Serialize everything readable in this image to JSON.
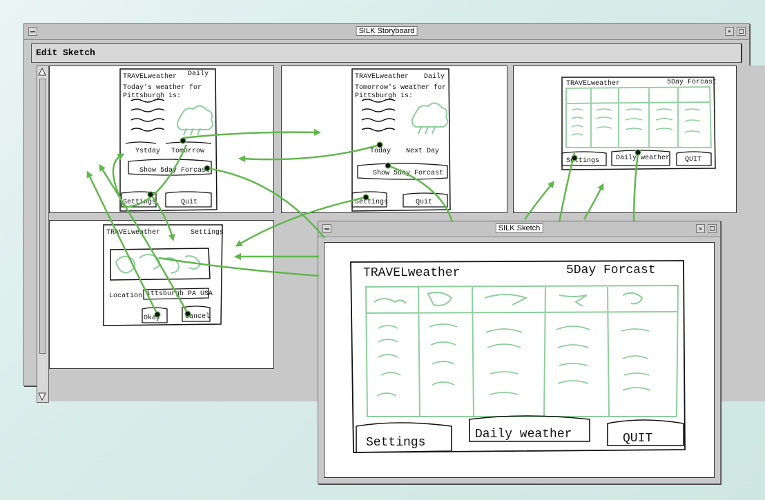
{
  "storyboard": {
    "title": "SILK Storyboard",
    "menu_label": "Edit Sketch"
  },
  "cards": {
    "daily": {
      "app": "TRAVELweather",
      "mode": "Daily",
      "heading": "Today's weather for\nPittsburgh is:",
      "btn_prev": "Ystday",
      "btn_next": "Tomorrow",
      "btn_forecast": "Show 5day Forcast",
      "btn_settings": "Settings",
      "btn_quit": "Quit"
    },
    "tomorrow": {
      "app": "TRAVELweather",
      "mode": "Daily",
      "heading": "Tomorrow's weather for\nPittsburgh is:",
      "btn_prev": "Today",
      "btn_next": "Next Day",
      "btn_forecast": "Show 5day Forcast",
      "btn_settings": "Settings",
      "btn_quit": "Quit"
    },
    "forecast": {
      "app": "TRAVELweather",
      "mode": "5Day Forcast",
      "btn_settings": "Settings",
      "btn_daily": "Daily weather",
      "btn_quit": "QUIT"
    },
    "settings": {
      "app": "TRAVELweather",
      "mode": "Settings",
      "location_label": "Location",
      "location_value": "ittsburgh PA USA",
      "btn_okay": "Okay",
      "btn_cancel": "Cancel"
    }
  },
  "sketch": {
    "title": "SILK Sketch",
    "app": "TRAVELweather",
    "mode": "5Day Forcast",
    "btn_settings": "Settings",
    "btn_daily": "Daily weather",
    "btn_quit": "QUIT"
  },
  "colors": {
    "sketch_green": "#8ccf9b",
    "arrow_green": "#5fb84a",
    "chrome": "#c8c8c8"
  }
}
